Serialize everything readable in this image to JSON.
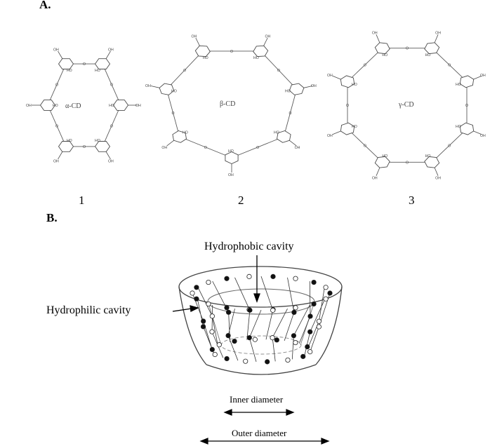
{
  "panel_a": {
    "label": "A.",
    "molecules": [
      {
        "center_label": "α-CD",
        "number": "1"
      },
      {
        "center_label": "β-CD",
        "number": "2"
      },
      {
        "center_label": "γ-CD",
        "number": "3"
      }
    ]
  },
  "panel_b": {
    "label": "B.",
    "callouts": {
      "hydrophobic": "Hydrophobic cavity",
      "hydrophilic": "Hydrophilic cavity"
    },
    "dimensions": {
      "inner": "Inner diameter",
      "outer": "Outer diameter"
    }
  }
}
